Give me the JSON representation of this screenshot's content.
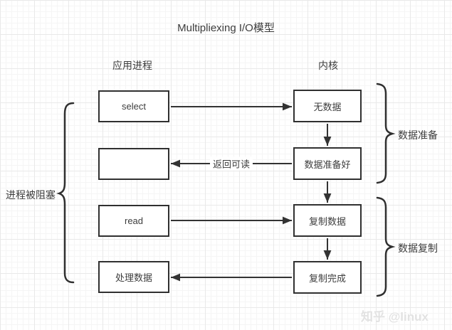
{
  "diagram": {
    "title": "Multipliexing I/O模型",
    "columns": {
      "left": "应用进程",
      "right": "内核"
    },
    "left_boxes": [
      {
        "label": "select"
      },
      {
        "label": ""
      },
      {
        "label": "read"
      },
      {
        "label": "处理数据"
      }
    ],
    "right_boxes": [
      {
        "label": "无数据"
      },
      {
        "label": "数据准备好"
      },
      {
        "label": "复制数据"
      },
      {
        "label": "复制完成"
      }
    ],
    "arrow_label": "返回可读",
    "braces": {
      "left": "进程被阻塞",
      "right_top": "数据准备",
      "right_bottom": "数据复制"
    },
    "watermark": "知乎 @linux",
    "colors": {
      "line": "#333333",
      "box_border": "#303030",
      "text": "#3d3d3d",
      "grid_minor": "#f5f5f5",
      "grid_major": "#e9e9e9",
      "watermark": "#e2e2e2"
    }
  }
}
